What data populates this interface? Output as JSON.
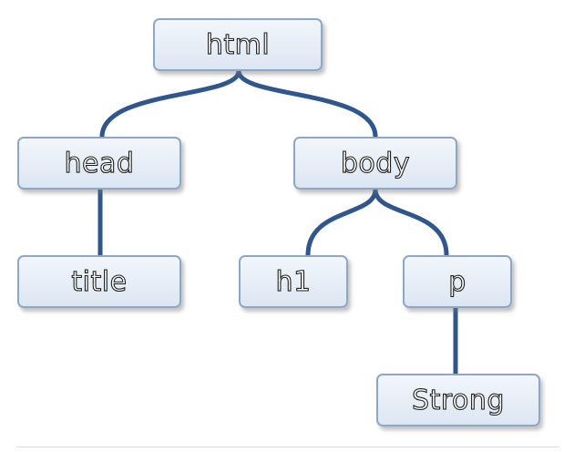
{
  "tree": {
    "root": {
      "label": "html"
    },
    "head": {
      "label": "head"
    },
    "body": {
      "label": "body"
    },
    "title": {
      "label": "title"
    },
    "h1": {
      "label": "h1"
    },
    "p": {
      "label": "p"
    },
    "strong": {
      "label": "Strong"
    }
  },
  "colors": {
    "connector": "#2f578d",
    "node_border": "#8ea7c8",
    "node_fill": "#dce6f2"
  }
}
